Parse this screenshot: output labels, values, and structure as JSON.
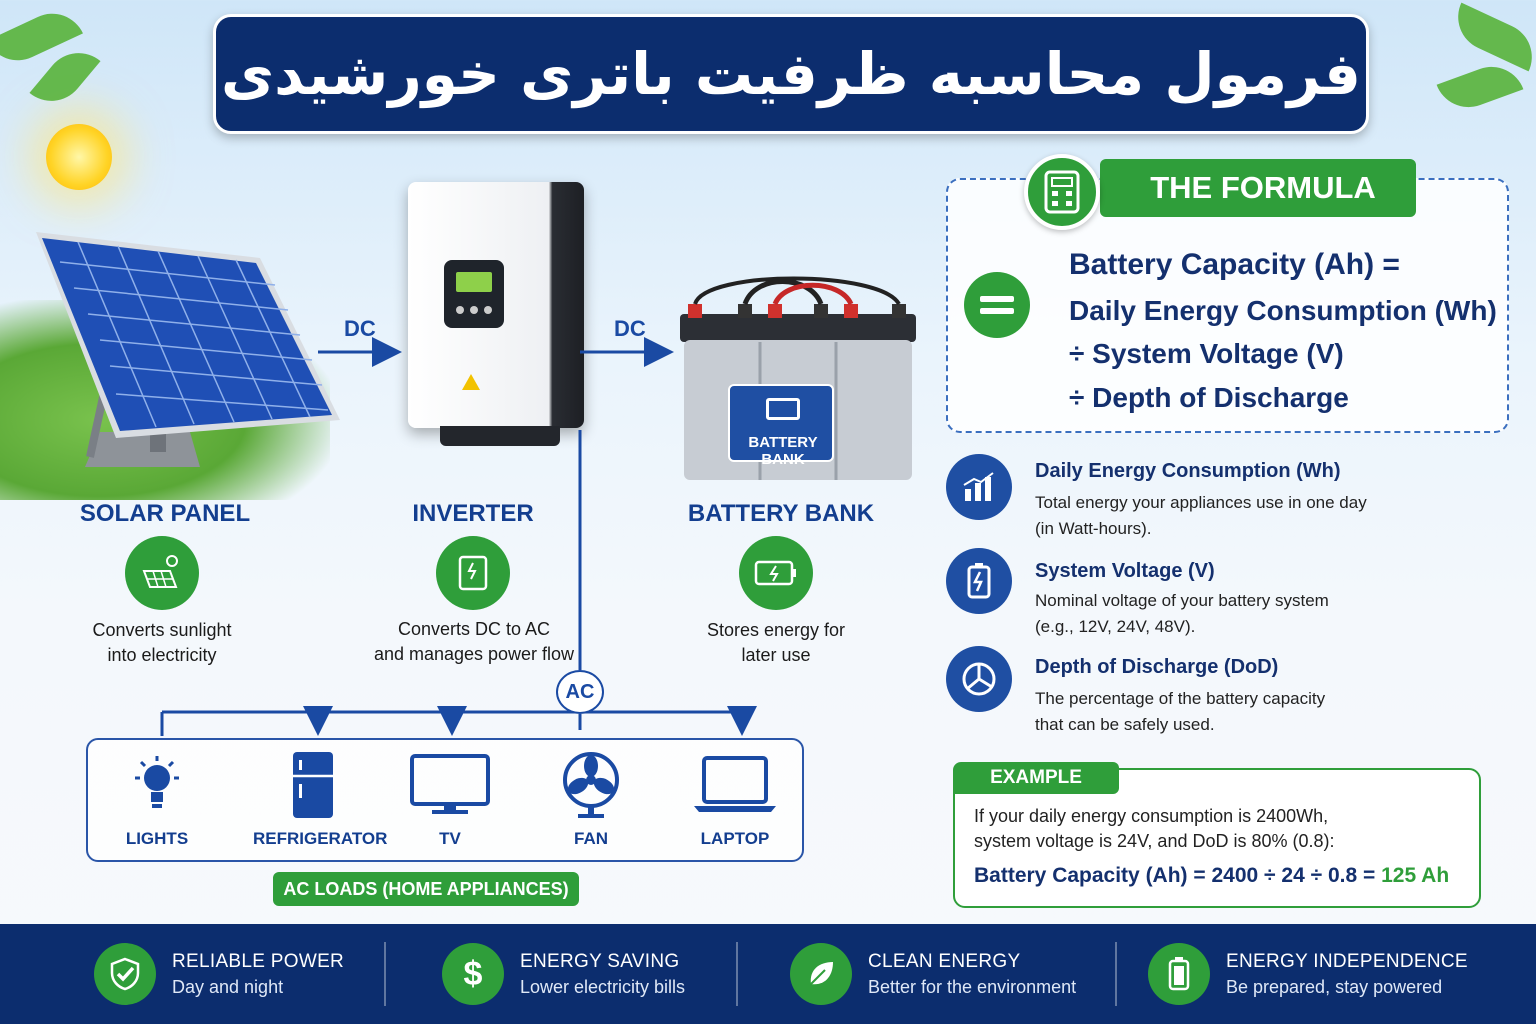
{
  "title": "فرمول محاسبه ظرفیت باتری خورشیدی",
  "flow": {
    "dc_left": "DC",
    "dc_right": "DC",
    "ac": "AC"
  },
  "components": [
    {
      "label": "SOLAR PANEL",
      "desc_line1": "Converts sunlight",
      "desc_line2": "into electricity",
      "icon": "solar-panel-icon"
    },
    {
      "label": "INVERTER",
      "desc_line1": "Converts DC to AC",
      "desc_line2": "and manages power flow",
      "icon": "inverter-icon"
    },
    {
      "label": "BATTERY BANK",
      "desc_line1": "Stores energy for",
      "desc_line2": "later use",
      "icon": "battery-icon"
    }
  ],
  "battery_badge": "BATTERY BANK",
  "loads": {
    "items": [
      {
        "label": "LIGHTS",
        "icon": "light-bulb-icon"
      },
      {
        "label": "REFRIGERATOR",
        "icon": "refrigerator-icon"
      },
      {
        "label": "TV",
        "icon": "tv-icon"
      },
      {
        "label": "FAN",
        "icon": "fan-icon"
      },
      {
        "label": "LAPTOP",
        "icon": "laptop-icon"
      }
    ],
    "tag": "AC LOADS (HOME APPLIANCES)"
  },
  "formula": {
    "tag": "THE FORMULA",
    "line1": "Battery Capacity (Ah) =",
    "line2": "Daily Energy Consumption (Wh)",
    "line3": "÷ System Voltage (V)",
    "line4": "÷ Depth of Discharge"
  },
  "definitions": [
    {
      "title": "Daily Energy Consumption (Wh)",
      "line1": "Total energy your appliances use in one day",
      "line2": "(in Watt-hours).",
      "icon": "bar-chart-icon"
    },
    {
      "title": "System Voltage (V)",
      "line1": "Nominal voltage of your battery system",
      "line2": "(e.g., 12V, 24V, 48V).",
      "icon": "battery-charge-icon"
    },
    {
      "title": "Depth of Discharge (DoD)",
      "line1": "The percentage of the battery capacity",
      "line2": "that can be safely used.",
      "icon": "pie-chart-icon"
    }
  ],
  "example": {
    "tag": "EXAMPLE",
    "line1": "If your daily energy consumption is 2400Wh,",
    "line2": "system voltage is 24V, and DoD is 80% (0.8):",
    "result_prefix": "Battery Capacity (Ah) = 2400 ÷ 24 ÷ 0.8 =",
    "result_value": "125 Ah"
  },
  "footer": [
    {
      "title": "RELIABLE POWER",
      "sub": "Day and night",
      "icon": "check-shield-icon"
    },
    {
      "title": "ENERGY SAVING",
      "sub": "Lower electricity bills",
      "icon": "dollar-icon"
    },
    {
      "title": "CLEAN ENERGY",
      "sub": "Better for the environment",
      "icon": "leaf-icon"
    },
    {
      "title": "ENERGY INDEPENDENCE",
      "sub": "Be prepared, stay powered",
      "icon": "battery-full-icon"
    }
  ],
  "colors": {
    "navy": "#0c2d6e",
    "green": "#2f9e3a",
    "blue": "#1a4aa3"
  }
}
